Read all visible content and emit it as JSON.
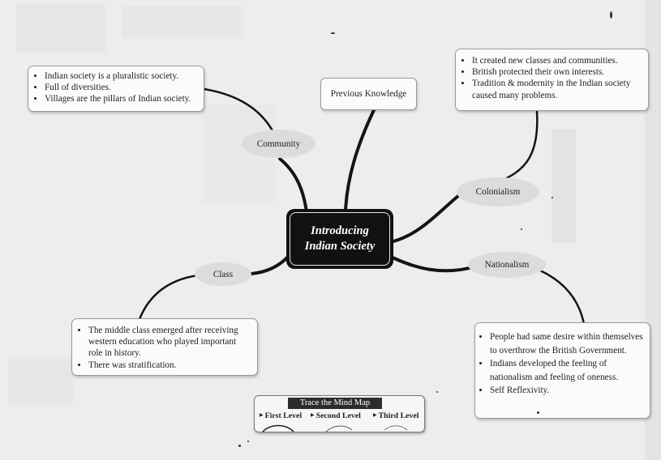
{
  "center": {
    "line1": "Introducing",
    "line2": "Indian Society"
  },
  "previous_knowledge": "Previous Knowledge",
  "branches": {
    "community": {
      "label": "Community",
      "points": [
        "Indian society is a pluralistic society.",
        "Full of diversities.",
        "Villages are the pillars of Indian society."
      ]
    },
    "colonialism": {
      "label": "Colonialism",
      "points": [
        "It created new classes and communities.",
        "British protected their own interests.",
        "Tradition & modernity in the Indian society caused many problems."
      ]
    },
    "class": {
      "label": "Class",
      "points": [
        "The middle class emerged after receiving western education who played important role in history.",
        "There was stratification."
      ]
    },
    "nationalism": {
      "label": "Nationalism",
      "points": [
        "People had same desire within themselves to overthrow the British Government.",
        "Indians developed the feeling of nationalism and feeling of oneness.",
        "Self Reflexivity."
      ]
    }
  },
  "trace": {
    "title": "Trace the  Mind Map",
    "levels": [
      "First Level",
      "Second Level",
      "Third Level"
    ]
  },
  "colors": {
    "center_bg": "#111111",
    "oval_bg": "#dcdcde",
    "link": "#141414"
  }
}
